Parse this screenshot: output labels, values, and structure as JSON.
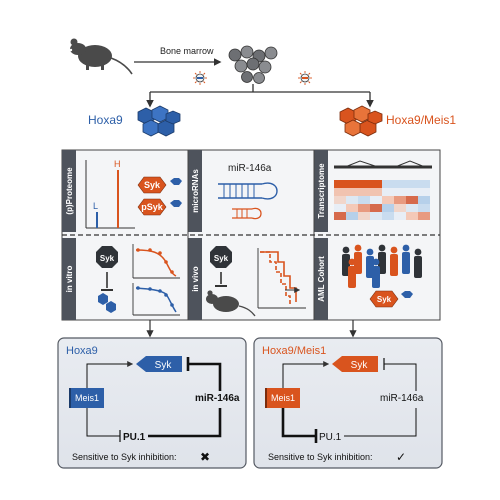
{
  "top": {
    "bone_marrow": "Bone marrow",
    "left_condition": "Hoxa9",
    "right_condition": "Hoxa9/Meis1"
  },
  "row1": {
    "proteome_label": "(p)Proteome",
    "peak_L": "L",
    "peak_H": "H",
    "syk": "Syk",
    "psyk": "pSyk",
    "microrna_label": "microRNAs",
    "mir": "miR-146a",
    "transcriptome_label": "Transcriptome"
  },
  "row2": {
    "invitro_label": "in vitro",
    "invitro_syk": "Syk",
    "invivo_label": "in vivo",
    "invivo_syk": "Syk",
    "aml_label": "AML Cohort",
    "aml_syk": "Syk"
  },
  "left_panel": {
    "title": "Hoxa9",
    "syk": "Syk",
    "meis1": "Meis1",
    "mir": "miR-146a",
    "pu1": "PU.1",
    "sensitivity": "Sensitive to Syk inhibition:",
    "sensitivity_mark": "✖"
  },
  "right_panel": {
    "title": "Hoxa9/Meis1",
    "syk": "Syk",
    "meis1": "Meis1",
    "mir": "miR-146a",
    "pu1": "PU.1",
    "sensitivity": "Sensitive to Syk inhibition:",
    "sensitivity_mark": "✓"
  },
  "colors": {
    "blue": "#2d5fa8",
    "orange": "#d9541e",
    "panel_bg": "#e6e9ef",
    "panel_border": "#555a63"
  }
}
